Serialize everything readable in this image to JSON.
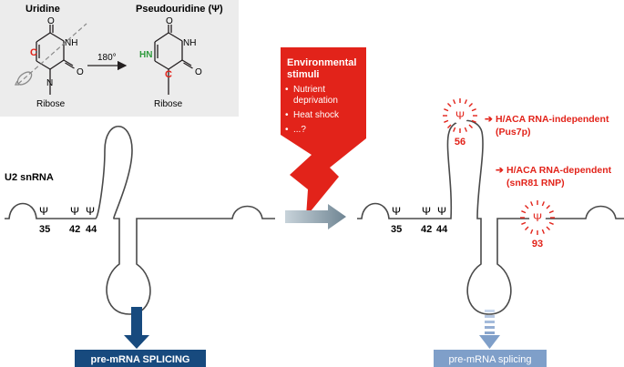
{
  "chem": {
    "uridine_label": "Uridine",
    "pseudo_label": "Pseudouridine (Ψ)",
    "rotation": "180°",
    "ribose_left": "Ribose",
    "ribose_right": "Ribose",
    "atom_O": "O",
    "atom_NH": "NH",
    "atom_N": "N",
    "atom_HN": "HN",
    "atom_C": "C"
  },
  "left_rna": {
    "label": "U2 snRNA",
    "psi": [
      "Ψ",
      "Ψ",
      "Ψ"
    ],
    "positions": [
      "35",
      "42",
      "44"
    ]
  },
  "stimuli": {
    "title_line1": "Environmental",
    "title_line2": "stimuli",
    "bullet_symbol": "•",
    "item1_line1": "Nutrient",
    "item1_line2": "deprivation",
    "item2": "Heat shock",
    "item3": "...?"
  },
  "right_rna": {
    "psi": [
      "Ψ",
      "Ψ",
      "Ψ"
    ],
    "positions": [
      "35",
      "42",
      "44"
    ],
    "mod1_psi": "Ψ",
    "mod1_pos": "56",
    "mod2_psi": "Ψ",
    "mod2_pos": "93",
    "arrow_symbol": "➔",
    "mod1_line1": "H/ACA RNA-independent",
    "mod1_line2": "(Pus7p)",
    "mod2_line1": "H/ACA RNA-dependent",
    "mod2_line2": "(snR81 RNP)"
  },
  "outputs": {
    "left_box": "pre-mRNA SPLICING",
    "right_box": "pre-mRNA splicing"
  },
  "colors": {
    "red": "#e2231a",
    "navy": "#174a7e",
    "light_blue": "#7f9fc9",
    "grey_box": "#ececec",
    "green": "#2e9a3c",
    "line": "#4a4a4a"
  }
}
